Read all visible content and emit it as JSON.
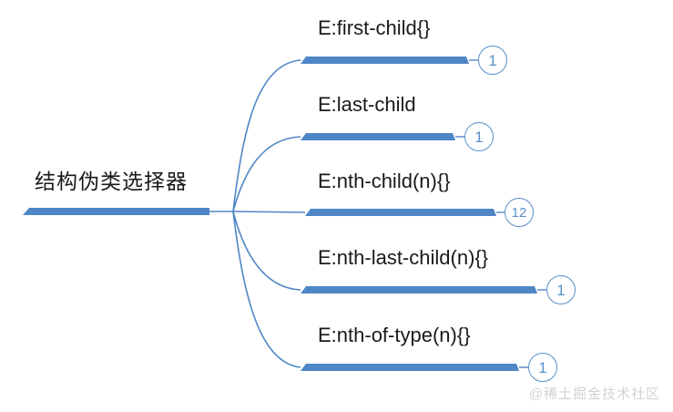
{
  "diagram": {
    "type": "mind-map",
    "root": {
      "label": "结构伪类选择器"
    },
    "branches": [
      {
        "label": "E:first-child{}",
        "badge": "1"
      },
      {
        "label": "E:last-child",
        "badge": "1"
      },
      {
        "label": "E:nth-child(n){}",
        "badge": "12"
      },
      {
        "label": "E:nth-last-child(n){}",
        "badge": "1"
      },
      {
        "label": "E:nth-of-type(n){}",
        "badge": "1"
      }
    ]
  },
  "watermark": {
    "text": "@稀土掘金技术社区"
  },
  "colors": {
    "line": "#4f86c6",
    "bar": "#4f86c6",
    "badge_stroke": "#5b8fc9",
    "badge_text": "#5b8fc9",
    "label_text": "#1a1a1a",
    "watermark_text": "#d2d2d2",
    "background": "#ffffff"
  }
}
